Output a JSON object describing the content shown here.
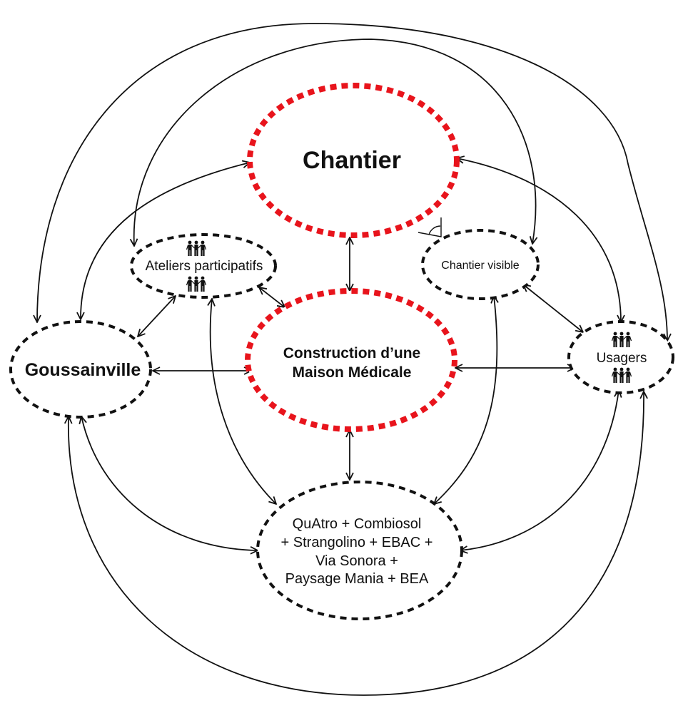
{
  "diagram": {
    "colors": {
      "primary_node_border": "#e8141c",
      "secondary_node_border": "#111111",
      "edge": "#111111",
      "background": "#ffffff"
    },
    "nodes": [
      {
        "id": "chantier",
        "label_lines": [
          "Chantier"
        ],
        "style": "primary",
        "icon": null
      },
      {
        "id": "construction",
        "label_lines": [
          "Construction d’une",
          "Maison Médicale"
        ],
        "style": "primary",
        "icon": null
      },
      {
        "id": "ateliers",
        "label_lines": [
          "Ateliers participatifs"
        ],
        "style": "secondary",
        "icon": "people-group-icon"
      },
      {
        "id": "chantier_visible",
        "label_lines": [
          "Chantier visible"
        ],
        "style": "secondary",
        "icon": "angle-icon"
      },
      {
        "id": "goussainville",
        "label_lines": [
          "Goussainville"
        ],
        "style": "secondary",
        "icon": null
      },
      {
        "id": "usagers",
        "label_lines": [
          "Usagers"
        ],
        "style": "secondary",
        "icon": "people-group-icon"
      },
      {
        "id": "partners",
        "label_lines": [
          "QuAtro + Combiosol",
          "+ Strangolino + EBAC +",
          "Via Sonora +",
          "Paysage Mania + BEA"
        ],
        "style": "secondary",
        "icon": null
      }
    ],
    "edges": [
      {
        "from": "goussainville",
        "to": "usagers",
        "direction": "both",
        "route": "outer-top"
      },
      {
        "from": "ateliers",
        "to": "chantier_visible",
        "direction": "both",
        "route": "inner-top"
      },
      {
        "from": "chantier",
        "to": "goussainville",
        "direction": "both"
      },
      {
        "from": "chantier",
        "to": "usagers",
        "direction": "both"
      },
      {
        "from": "chantier_visible",
        "to": "usagers",
        "direction": "both"
      },
      {
        "from": "chantier",
        "to": "construction",
        "direction": "both"
      },
      {
        "from": "ateliers",
        "to": "construction",
        "direction": "both"
      },
      {
        "from": "ateliers",
        "to": "goussainville",
        "direction": "both"
      },
      {
        "from": "goussainville",
        "to": "construction",
        "direction": "both"
      },
      {
        "from": "construction",
        "to": "usagers",
        "direction": "both"
      },
      {
        "from": "construction",
        "to": "partners",
        "direction": "both"
      },
      {
        "from": "ateliers",
        "to": "partners",
        "direction": "both"
      },
      {
        "from": "chantier_visible",
        "to": "partners",
        "direction": "both"
      },
      {
        "from": "goussainville",
        "to": "partners",
        "direction": "both"
      },
      {
        "from": "usagers",
        "to": "partners",
        "direction": "both"
      },
      {
        "from": "goussainville",
        "to": "usagers",
        "direction": "both",
        "route": "outer-bottom"
      }
    ]
  }
}
